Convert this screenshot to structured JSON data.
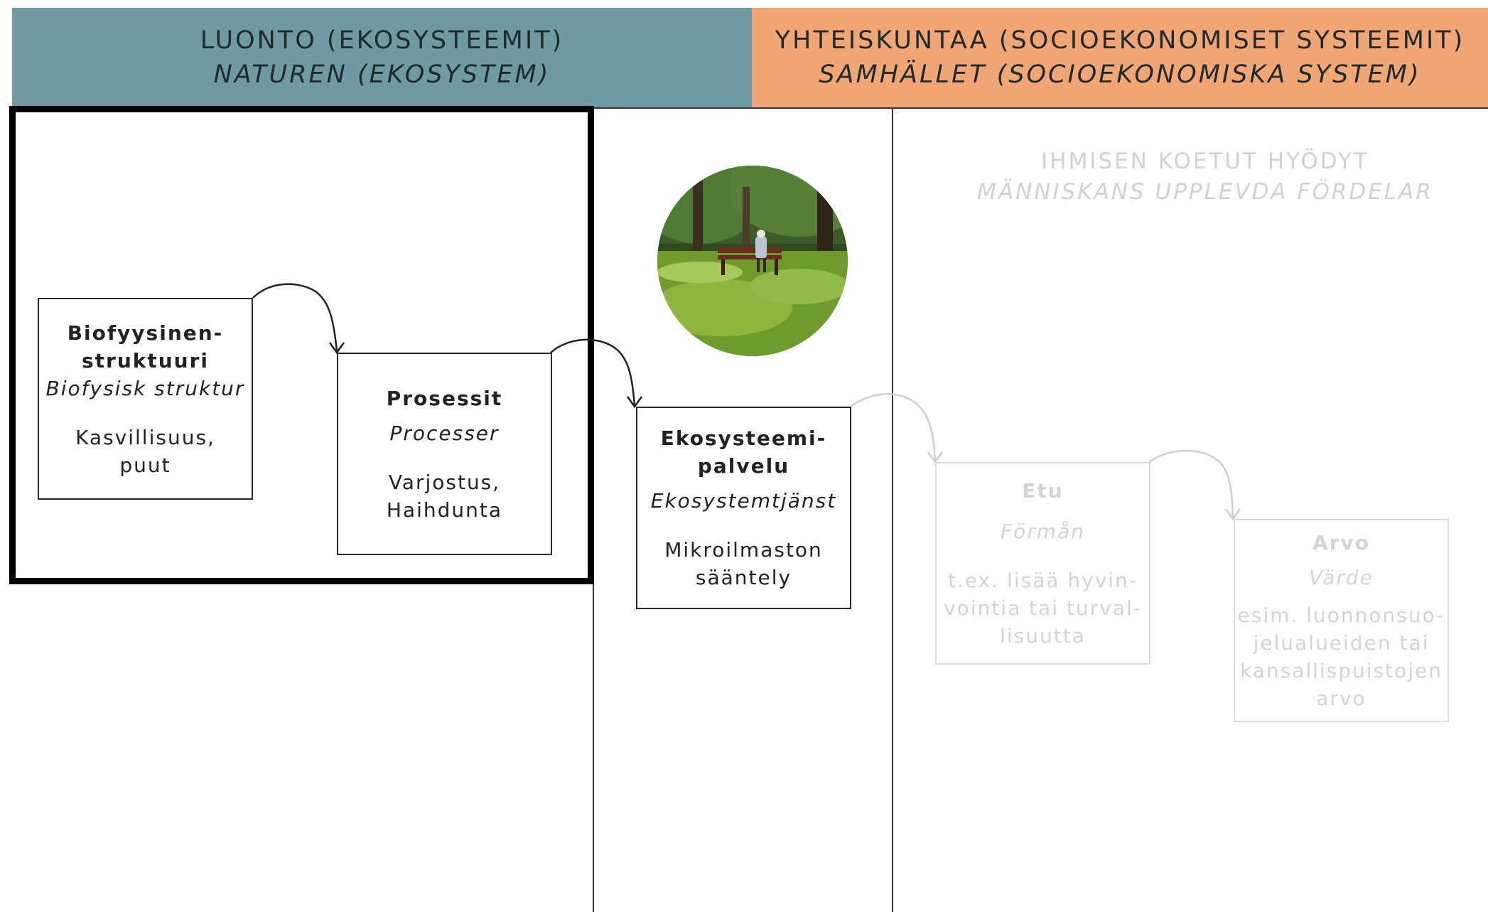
{
  "bands": {
    "nature": {
      "fi": "LUONTO (EKOSYSTEEMIT)",
      "sv": "NATUREN (EKOSYSTEM)",
      "color": "#6f9aa3"
    },
    "society": {
      "fi": "YHTEISKUNTAA (SOCIOEKONOMISET SYSTEEMIT)",
      "sv": "SAMHÄLLET (SOCIOEKONOMISKA SYSTEM)",
      "color": "#f0a775"
    }
  },
  "benefits_header": {
    "fi": "IHMISEN KOETUT HYÖDYT",
    "sv": "MÄNNISKANS UPPLEVDA FÖRDELAR"
  },
  "boxes": {
    "structure": {
      "title_1": "Biofyysinen-",
      "title_2": "struktuuri",
      "sv": "Biofysisk struktur",
      "ex_1": "Kasvillisuus,",
      "ex_2": "puut"
    },
    "processes": {
      "title": "Prosessit",
      "sv": "Processer",
      "ex_1": "Varjostus,",
      "ex_2": "Haihdunta"
    },
    "service": {
      "title_1": "Ekosysteemi-",
      "title_2": "palvelu",
      "sv": "Ekosystemtjänst",
      "ex_1": "Mikroilmaston",
      "ex_2": "sääntely"
    },
    "benefit": {
      "title": "Etu",
      "sv": "Förmån",
      "ex_1": "t.ex. lisää hyvin-",
      "ex_2": "vointia tai turval-",
      "ex_3": "lisuutta"
    },
    "value": {
      "title": "Arvo",
      "sv": "Värde",
      "ex_1": "esim. luonnonsuo-",
      "ex_2": "jelualueiden tai",
      "ex_3": "kansallispuistojen",
      "ex_4": "arvo"
    }
  },
  "photo": {
    "subject": "person-on-park-bench"
  },
  "colors": {
    "faded": "#d4d4d4",
    "line": "#333333"
  }
}
